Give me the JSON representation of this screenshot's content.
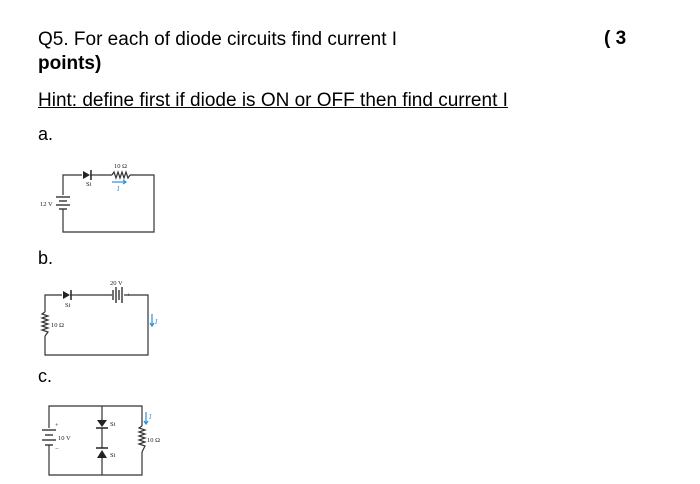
{
  "question": {
    "title_line1": "Q5. For each of diode circuits find current I",
    "title_line2": "points)",
    "points": "( 3",
    "hint": "Hint: define first if diode is ON or OFF then find current I"
  },
  "parts": {
    "a": {
      "label": "a.",
      "resistor": "10 Ω",
      "diode": "Si",
      "source": "12 V",
      "current": "I"
    },
    "b": {
      "label": "b.",
      "diode": "Si",
      "source": "20 V",
      "resistor": "10 Ω",
      "current": "I"
    },
    "c": {
      "label": "c.",
      "source": "10 V",
      "diode_top": "Si",
      "diode_bottom": "Si",
      "resistor": "10 Ω",
      "current": "I"
    }
  }
}
